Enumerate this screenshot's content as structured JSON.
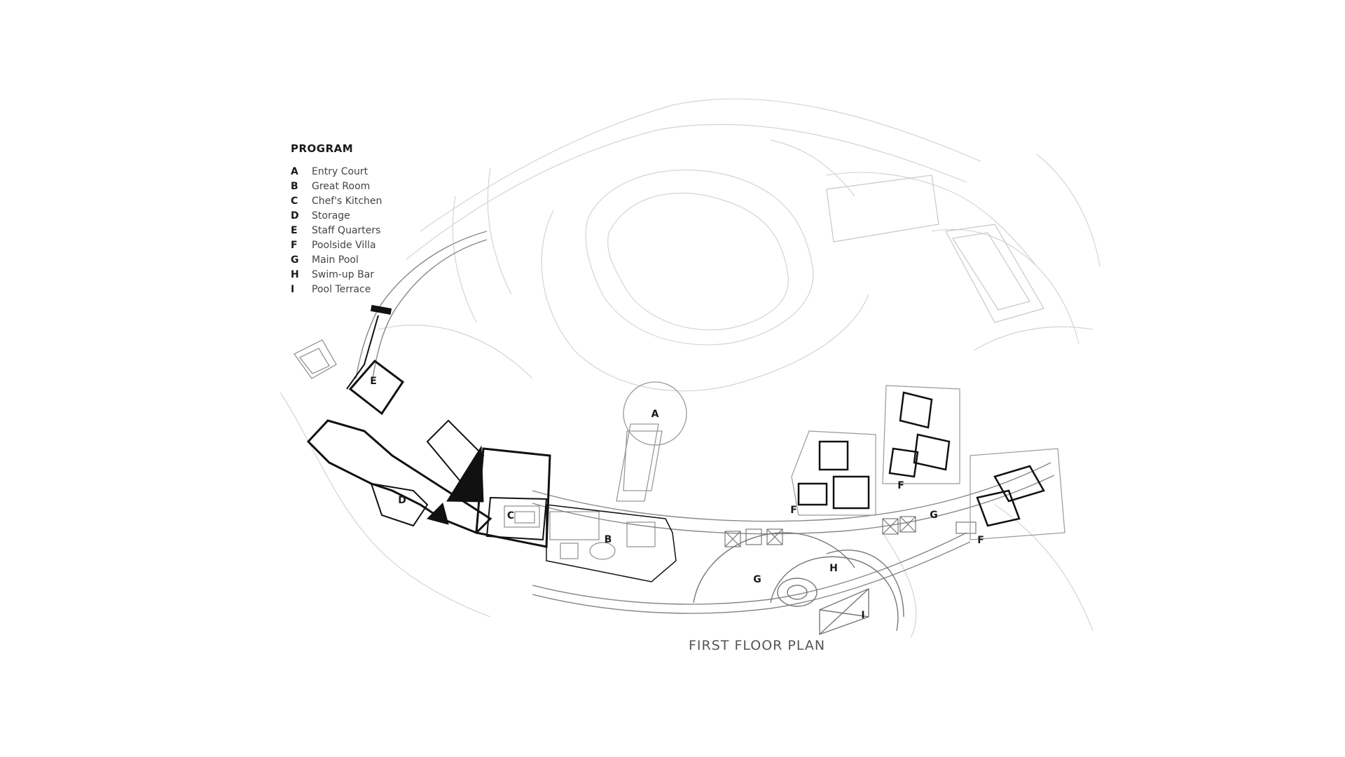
{
  "legend": {
    "title": "PROGRAM",
    "items": [
      {
        "key": "A",
        "label": "Entry Court"
      },
      {
        "key": "B",
        "label": "Great Room"
      },
      {
        "key": "C",
        "label": "Chef's Kitchen"
      },
      {
        "key": "D",
        "label": "Storage"
      },
      {
        "key": "E",
        "label": "Staff Quarters"
      },
      {
        "key": "F",
        "label": "Poolside Villa"
      },
      {
        "key": "G",
        "label": "Main Pool"
      },
      {
        "key": "H",
        "label": "Swim-up Bar"
      },
      {
        "key": "I",
        "label": "Pool Terrace"
      }
    ]
  },
  "plan_title": "FIRST FLOOR PLAN",
  "map_labels": {
    "a": "A",
    "b": "B",
    "c": "C",
    "d": "D",
    "e": "E",
    "f1": "F",
    "f2": "F",
    "f3": "F",
    "g1": "G",
    "g2": "G",
    "h": "H",
    "i": "I"
  },
  "colors": {
    "wall": "#111111",
    "contour": "#d0d0d0",
    "line": "#777777"
  }
}
